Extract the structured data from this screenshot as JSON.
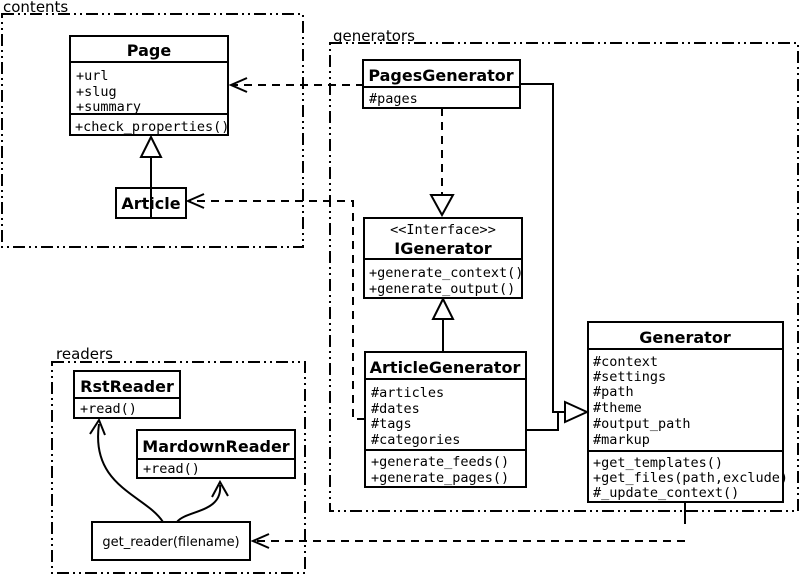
{
  "colors": {
    "line": "#000000",
    "background": "#ffffff",
    "box_fill": "#ffffff"
  },
  "packages": {
    "contents": {
      "label": "contents"
    },
    "generators": {
      "label": "generators"
    },
    "readers": {
      "label": "readers"
    }
  },
  "classes": {
    "page": {
      "name": "Page",
      "attrs": [
        "+url",
        "+slug",
        "+summary"
      ],
      "methods": [
        "+check_properties()"
      ]
    },
    "article": {
      "name": "Article"
    },
    "pages_generator": {
      "name": "PagesGenerator",
      "attrs": [
        "#pages"
      ]
    },
    "igenerator": {
      "stereotype": "<<Interface>>",
      "name": "IGenerator",
      "methods": [
        "+generate_context()",
        "+generate_output()"
      ]
    },
    "article_generator": {
      "name": "ArticleGenerator",
      "attrs": [
        "#articles",
        "#dates",
        "#tags",
        "#categories"
      ],
      "methods": [
        "+generate_feeds()",
        "+generate_pages()"
      ]
    },
    "generator": {
      "name": "Generator",
      "attrs": [
        "#context",
        "#settings",
        "#path",
        "#theme",
        "#output_path",
        "#markup"
      ],
      "methods": [
        "+get_templates()",
        "+get_files(path,exclude)",
        "#_update_context()"
      ]
    },
    "rst_reader": {
      "name": "RstReader",
      "methods": [
        "+read()"
      ]
    },
    "mardown_reader": {
      "name": "MardownReader",
      "methods": [
        "+read()"
      ]
    },
    "get_reader": {
      "label": "get_reader(filename)"
    }
  }
}
